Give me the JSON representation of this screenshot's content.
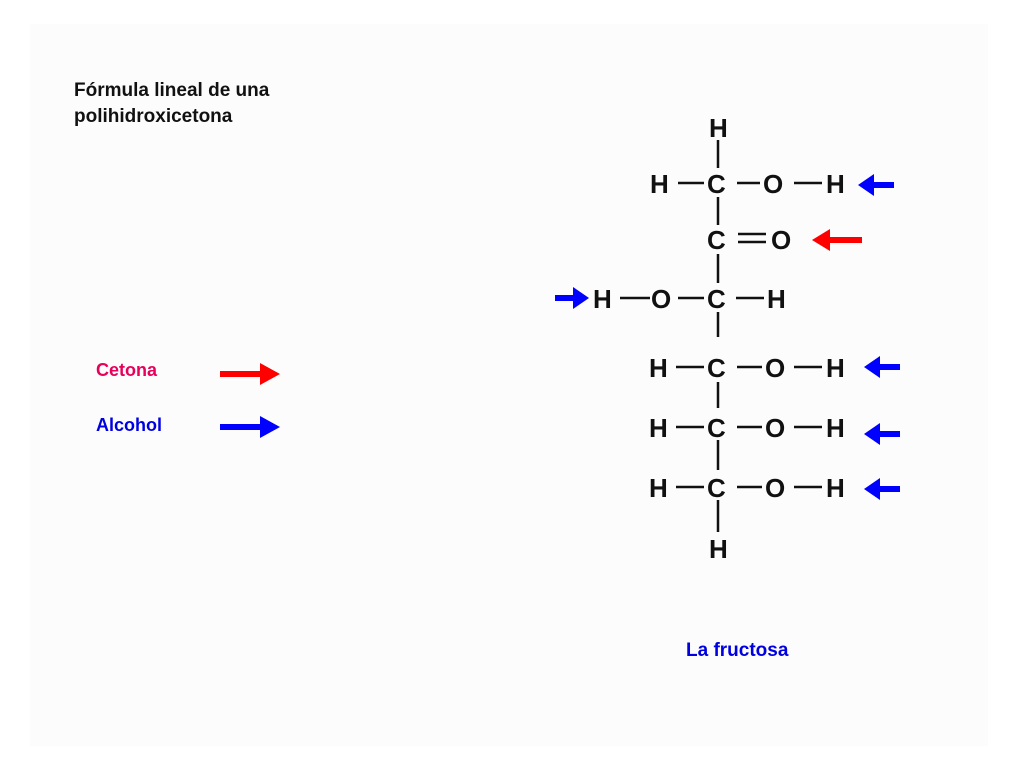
{
  "title": {
    "line1": "Fórmula lineal de una",
    "line2": "polihidroxicetona"
  },
  "legend": {
    "items": [
      {
        "label": "Cetona",
        "color": "#e8005a",
        "arrow_color": "#ff0000"
      },
      {
        "label": "Alcohol",
        "color": "#0000e0",
        "arrow_color": "#0000ff"
      }
    ]
  },
  "caption": {
    "text": "La fructosa",
    "color": "#0000e0"
  },
  "molecule": {
    "atoms": {
      "h": "H",
      "c": "C",
      "o": "O"
    },
    "ketone_arrow_color": "#ff0000",
    "alcohol_arrow_color": "#0000ff"
  }
}
